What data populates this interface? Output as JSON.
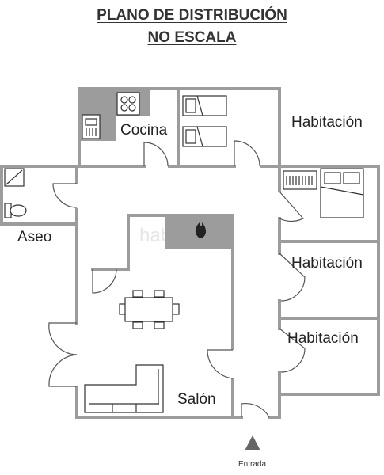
{
  "title": {
    "line1": "PLANO DE DISTRIBUCIÓN",
    "line2": "NO ESCALA"
  },
  "rooms": {
    "cocina": "Cocina",
    "habitacion_1": "Habitación",
    "habitacion_2": "Habitación",
    "habitacion_3": "Habitación",
    "aseo": "Aseo",
    "salon": "Salón"
  },
  "entrance": {
    "label": "Entrada"
  },
  "watermark": "habitaclia",
  "colors": {
    "wall": "#9c9c9c",
    "fill_gray": "#9c9c9c",
    "furniture_stroke": "#555555",
    "entrance_marker": "#666666"
  }
}
